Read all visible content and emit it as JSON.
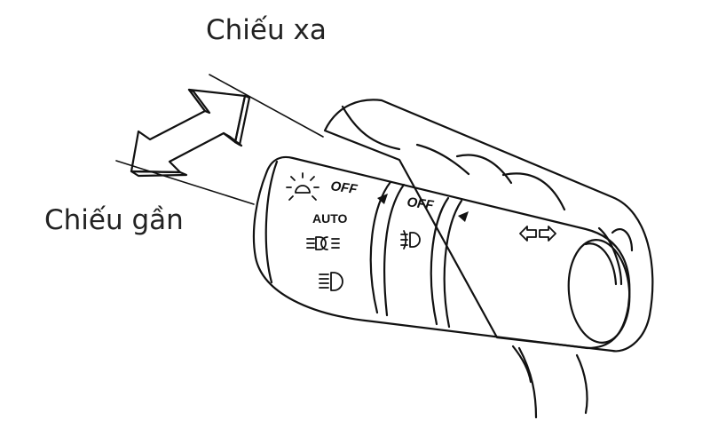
{
  "labels": {
    "high_beam": "Chiếu xa",
    "low_beam": "Chiếu gần"
  },
  "outer_ring": {
    "off": "OFF",
    "auto": "AUTO",
    "positions": [
      {
        "icon": "sun-icon"
      },
      {
        "text": "OFF"
      },
      {
        "text": "AUTO"
      },
      {
        "icon": "parking-light-icon"
      },
      {
        "icon": "headlight-icon"
      }
    ]
  },
  "inner_ring": {
    "off": "OFF",
    "positions": [
      {
        "text": "OFF"
      },
      {
        "icon": "fog-light-icon"
      }
    ]
  },
  "tip": {
    "icon": "turn-signal-arrows-icon"
  },
  "arrow": {
    "icon": "double-arrow-icon"
  },
  "colors": {
    "ink": "#111111",
    "paper": "#ffffff"
  }
}
